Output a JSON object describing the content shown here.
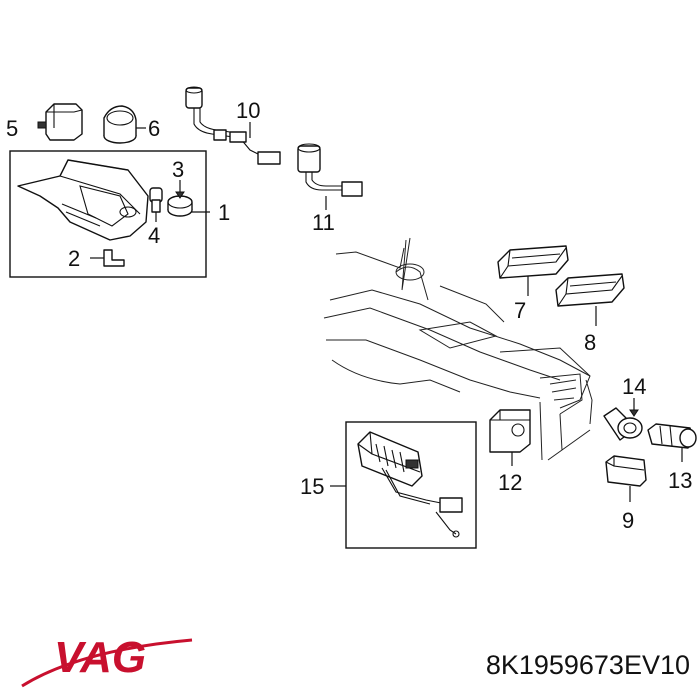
{
  "callouts": {
    "c1": "1",
    "c2": "2",
    "c3": "3",
    "c4": "4",
    "c5": "5",
    "c6": "6",
    "c7": "7",
    "c8": "8",
    "c9": "9",
    "c10": "10",
    "c11": "11",
    "c12": "12",
    "c13": "13",
    "c14": "14",
    "c15": "15"
  },
  "brand": {
    "logo_text": "VAG",
    "logo_color": "#c8102e"
  },
  "part_number": "8K1959673EV10"
}
